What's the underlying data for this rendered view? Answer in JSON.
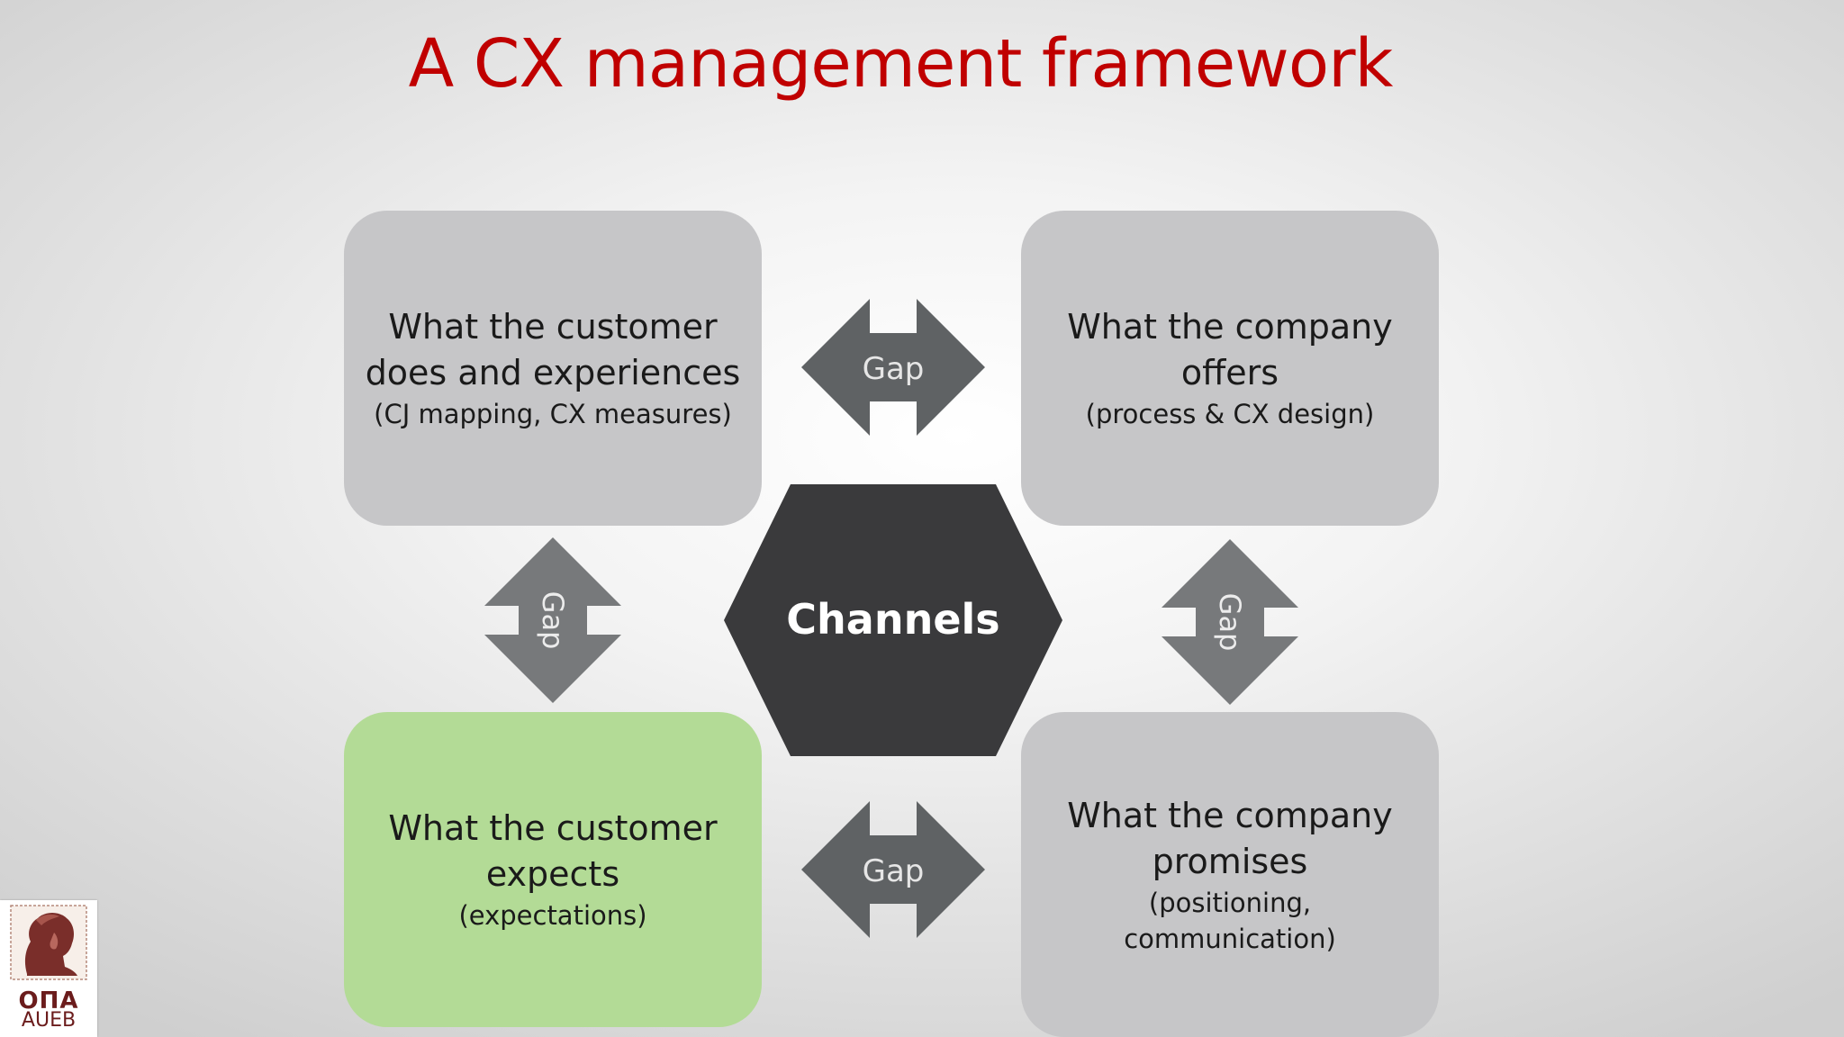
{
  "title": "A CX management framework",
  "boxes": {
    "top_left": {
      "lines": [
        "What the customer",
        "does and experiences"
      ],
      "sub": [
        "(CJ mapping, CX measures)"
      ]
    },
    "top_right": {
      "lines": [
        "What the company",
        "offers"
      ],
      "sub": [
        "(process & CX design)"
      ]
    },
    "bottom_left": {
      "lines": [
        "What the customer",
        "expects"
      ],
      "sub": [
        "(expectations)"
      ]
    },
    "bottom_right": {
      "lines": [
        "What the company",
        "promises"
      ],
      "sub": [
        "(positioning,",
        "communication)"
      ]
    }
  },
  "center": {
    "label": "Channels"
  },
  "gaps": {
    "top": "Gap",
    "bottom": "Gap",
    "left": "Gap",
    "right": "Gap"
  },
  "logo": {
    "line1": "ΟΠΑ",
    "line2": "AUEB"
  },
  "colors": {
    "title": "#c00000",
    "box_gray": "#c6c6c8",
    "box_green": "#b3db96",
    "hexagon": "#3a3a3c",
    "arrow_dark": "#5f6264",
    "arrow_mid": "#77797b"
  }
}
